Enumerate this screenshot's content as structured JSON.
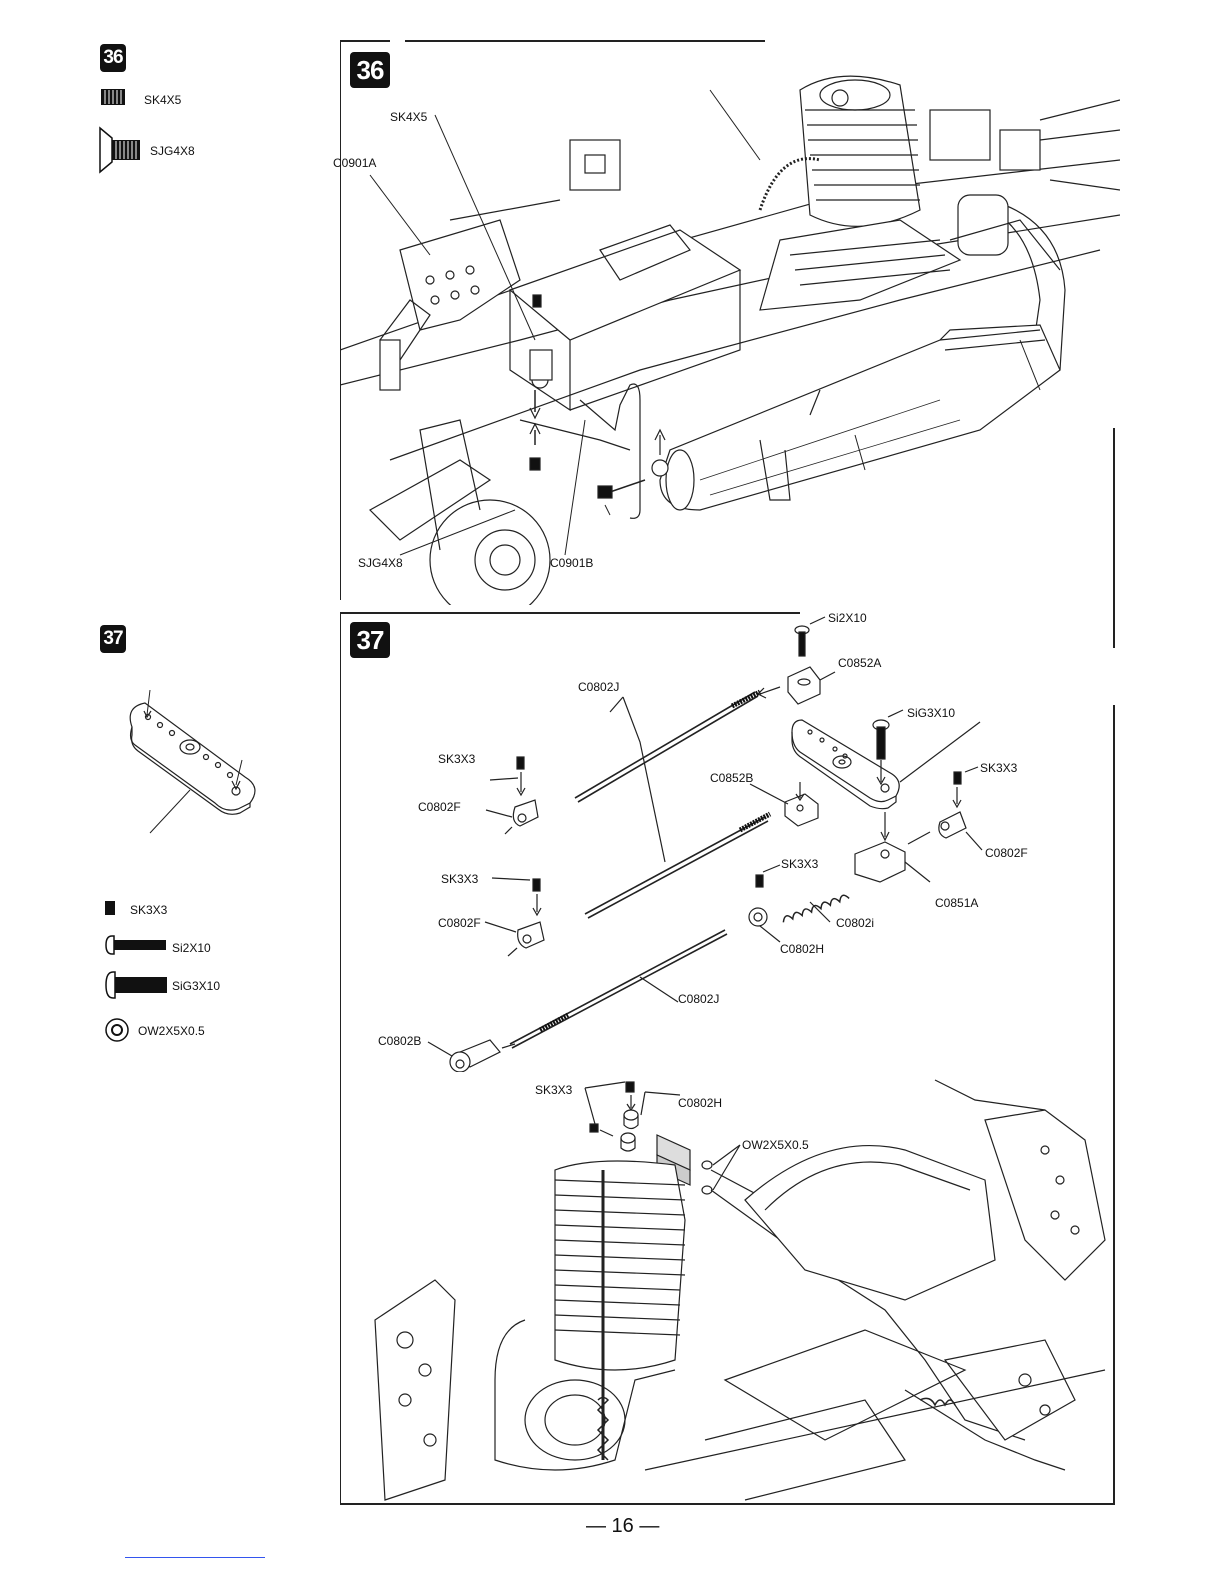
{
  "steps": [
    {
      "number": "36",
      "legend": [
        {
          "icon": "set-screw-icon",
          "label": "SK4X5"
        },
        {
          "icon": "flat-head-screw-icon",
          "label": "SJG4X8"
        }
      ],
      "callouts": {
        "sk4x5": "SK4X5",
        "c0901a": "C0901A",
        "sjg4x8": "SJG4X8",
        "c0901b": "C0901B"
      }
    },
    {
      "number": "37",
      "legend": [
        {
          "icon": "set-screw-icon",
          "label": "SK3X3"
        },
        {
          "icon": "button-head-screw-icon",
          "label": "Si2X10"
        },
        {
          "icon": "button-head-screw-icon",
          "label": "SiG3X10"
        },
        {
          "icon": "washer-icon",
          "label": "OW2X5X0.5"
        }
      ],
      "callouts": {
        "si2x10": "Si2X10",
        "c0852a": "C0852A",
        "c0802j_top": "C0802J",
        "sig3x10": "SiG3X10",
        "sk3x3_a": "SK3X3",
        "c0852b": "C0852B",
        "sk3x3_b": "SK3X3",
        "c0802f_a": "C0802F",
        "c0802f_b": "C0802F",
        "sk3x3_c": "SK3X3",
        "c0851a": "C0851A",
        "sk3x3_d": "SK3X3",
        "c0802i": "C0802i",
        "c0802f_c": "C0802F",
        "c0802h": "C0802H",
        "c0802j_bottom": "C0802J",
        "c0802b": "C0802B",
        "sk3x3_e": "SK3X3",
        "c0802h_b": "C0802H",
        "ow2x5x05": "OW2X5X0.5"
      }
    }
  ],
  "page_number": "— 16 —"
}
